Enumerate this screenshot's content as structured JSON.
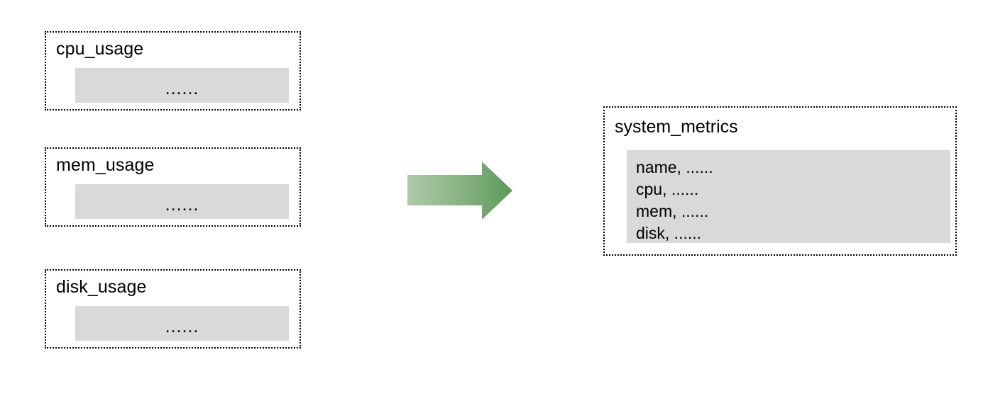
{
  "diagram": {
    "type": "data-flow",
    "background_color": "#ffffff",
    "sources": [
      {
        "title": "cpu_usage",
        "body_text": "......",
        "body_color": "#d9d9d9",
        "border_style": "dotted"
      },
      {
        "title": "mem_usage",
        "body_text": "......",
        "body_color": "#d9d9d9",
        "border_style": "dotted"
      },
      {
        "title": "disk_usage",
        "body_text": "......",
        "body_color": "#d9d9d9",
        "border_style": "dotted"
      }
    ],
    "connector": {
      "icon": "right-arrow-icon",
      "direction": "right",
      "gradient_start": "#a8c6a3",
      "gradient_end": "#5b9a58"
    },
    "target": {
      "title": "system_metrics",
      "body_color": "#d9d9d9",
      "border_style": "dotted",
      "lines": [
        "name, ......",
        "cpu, ......",
        "mem, ......",
        "disk, ......"
      ]
    }
  }
}
